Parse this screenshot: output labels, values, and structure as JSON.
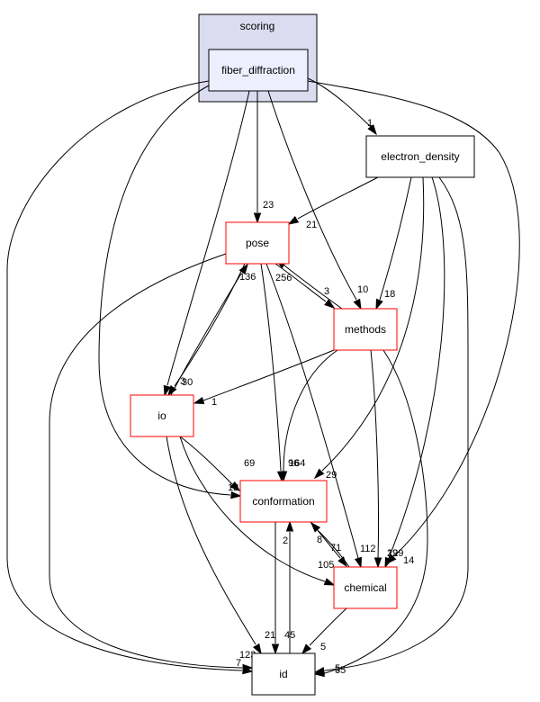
{
  "colors": {
    "cluster_fill": "#dcdcf0",
    "cluster_stroke": "#000000",
    "focus_fill": "#eeeeff",
    "node_fill": "#ffffff",
    "node_border_external": "#000000",
    "node_border_linked": "#ff0000",
    "edge": "#000000"
  },
  "cluster": {
    "label": "scoring"
  },
  "nodes": {
    "fiber_diffraction": "fiber_diffraction",
    "electron_density": "electron_density",
    "pose": "pose",
    "methods": "methods",
    "io": "io",
    "conformation": "conformation",
    "chemical": "chemical",
    "id": "id"
  },
  "edges": [
    {
      "from": "fiber_diffraction",
      "to": "electron_density",
      "label": "1"
    },
    {
      "from": "fiber_diffraction",
      "to": "pose",
      "label": "23"
    },
    {
      "from": "fiber_diffraction",
      "to": "methods",
      "label": "10"
    },
    {
      "from": "fiber_diffraction",
      "to": "io",
      "label": "3"
    },
    {
      "from": "fiber_diffraction",
      "to": "conformation",
      "label": "12"
    },
    {
      "from": "fiber_diffraction",
      "to": "chemical",
      "label": "14"
    },
    {
      "from": "fiber_diffraction",
      "to": "id",
      "label": "7"
    },
    {
      "from": "electron_density",
      "to": "pose",
      "label": "21"
    },
    {
      "from": "electron_density",
      "to": "methods",
      "label": "18"
    },
    {
      "from": "electron_density",
      "to": "conformation",
      "label": "29"
    },
    {
      "from": "electron_density",
      "to": "chemical",
      "label": "29"
    },
    {
      "from": "electron_density",
      "to": "id",
      "label": "5"
    },
    {
      "from": "pose",
      "to": "methods",
      "label": "3"
    },
    {
      "from": "pose",
      "to": "io",
      "label": "30"
    },
    {
      "from": "pose",
      "to": "conformation",
      "label": "164"
    },
    {
      "from": "pose",
      "to": "chemical",
      "label": "112"
    },
    {
      "from": "pose",
      "to": "id",
      "label": "123"
    },
    {
      "from": "methods",
      "to": "pose",
      "label": "256"
    },
    {
      "from": "methods",
      "to": "io",
      "label": "1"
    },
    {
      "from": "methods",
      "to": "conformation",
      "label": "96"
    },
    {
      "from": "methods",
      "to": "chemical",
      "label": "129"
    },
    {
      "from": "methods",
      "to": "id",
      "label": "35"
    },
    {
      "from": "io",
      "to": "pose",
      "label": "136"
    },
    {
      "from": "io",
      "to": "conformation",
      "label": "69"
    },
    {
      "from": "io",
      "to": "chemical",
      "label": "105"
    },
    {
      "from": "io",
      "to": "id",
      "label": "21"
    },
    {
      "from": "conformation",
      "to": "chemical",
      "label": "71"
    },
    {
      "from": "conformation",
      "to": "id",
      "label": "45"
    },
    {
      "from": "chemical",
      "to": "conformation",
      "label": "8"
    },
    {
      "from": "chemical",
      "to": "id",
      "label": "5"
    },
    {
      "from": "id",
      "to": "conformation",
      "label": "2"
    }
  ]
}
